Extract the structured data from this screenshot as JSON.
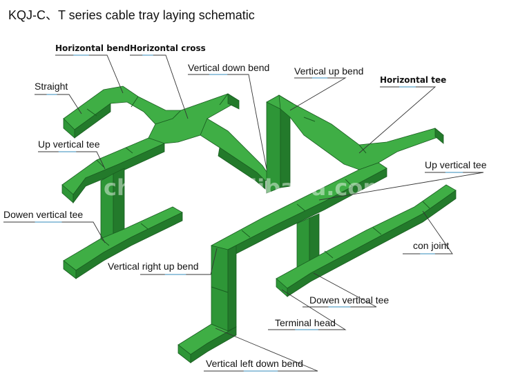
{
  "title": "KQJ-C、T series cable tray laying schematic",
  "watermark": "chopct.en.alibaba.com",
  "colors": {
    "top": "#3fae45",
    "front": "#2e9637",
    "side": "#237a2b",
    "edge": "#1a5e21",
    "leader": "#333333",
    "leader_accent": "#2f8ab8"
  },
  "labels": {
    "straight": "Straight",
    "horizontal_bend": "Horizontal bend",
    "horizontal_cross": "Horizontal cross",
    "vertical_down_bend": "Vertical down bend",
    "vertical_up_bend": "Vertical up bend",
    "horizontal_tee": "Horizontal tee",
    "up_vertical_tee_left": "Up vertical tee",
    "up_vertical_tee_right": "Up vertical tee",
    "dowen_vertical_tee_left": "Dowen vertical tee",
    "dowen_vertical_tee_right": "Dowen vertical tee",
    "vertical_right_up_bend": "Vertical right up bend",
    "con_joint": "con joint",
    "terminal_head": "Terminal head",
    "vertical_left_down_bend": "Vertical left down bend"
  }
}
